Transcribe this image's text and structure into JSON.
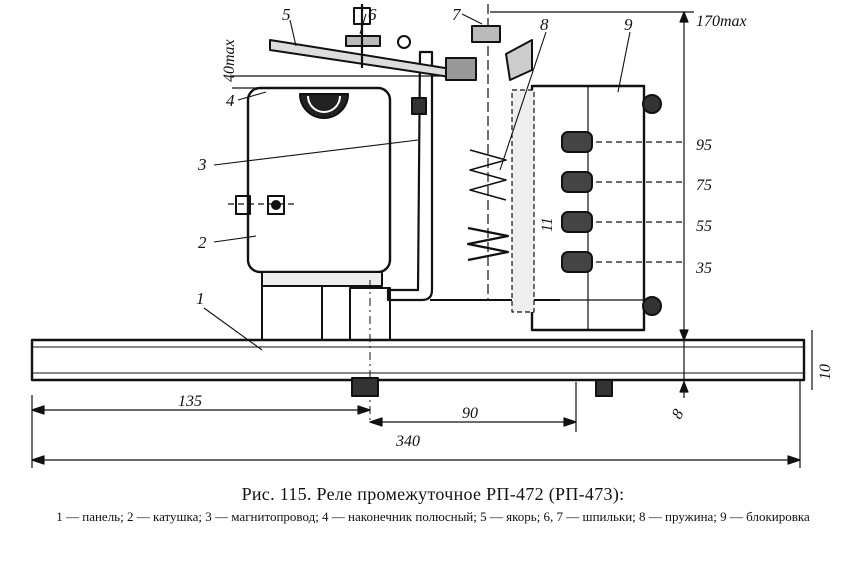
{
  "figure": {
    "callouts": [
      "1",
      "2",
      "3",
      "4",
      "5",
      "6",
      "7",
      "8",
      "9"
    ],
    "dimensions": {
      "overall_height": "170max",
      "armature_gap": "40max",
      "terminal_heights": [
        "95",
        "75",
        "55",
        "35"
      ],
      "base_offset": "8",
      "panel_thickness": "10",
      "len_135": "135",
      "len_90": "90",
      "len_340": "340",
      "small_mark": "11"
    }
  },
  "caption": {
    "title": "Рис. 115. Реле промежуточное РП-472 (РП-473):",
    "legend": "1 — панель; 2 — катушка; 3 — магнитопровод; 4 — наконечник полюсный; 5 — якорь; 6, 7 — шпильки; 8 — пружина; 9 — блокировка"
  }
}
